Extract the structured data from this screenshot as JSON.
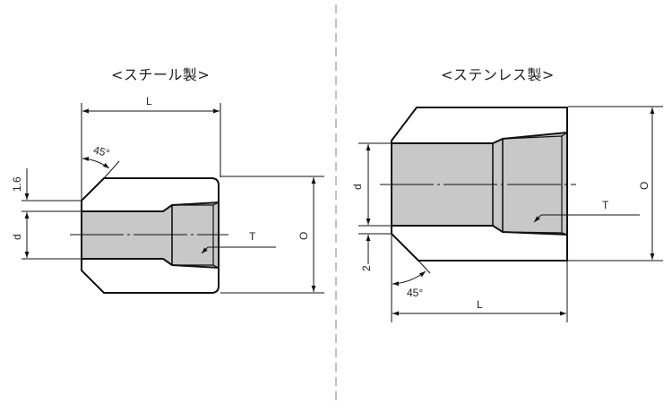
{
  "divider": {
    "style": "dashed-vertical"
  },
  "steel": {
    "title": "<スチール製>",
    "labels": {
      "length": "L",
      "angle": "45°",
      "chamfer": "1.6",
      "bore": "d",
      "thread": "T",
      "outer": "O"
    }
  },
  "stainless": {
    "title": "<ステンレス製>",
    "labels": {
      "length": "L",
      "angle": "45°",
      "chamfer": "2",
      "bore": "d",
      "thread": "T",
      "outer": "O"
    }
  },
  "colors": {
    "line": "#111111",
    "fill_bore": "#c8c8c8",
    "divider": "#9a9a9a",
    "background": "#ffffff"
  }
}
